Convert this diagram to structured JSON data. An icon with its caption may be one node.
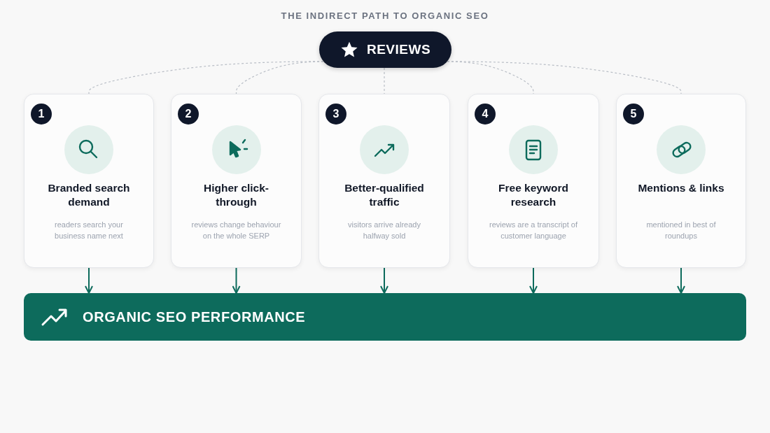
{
  "diagram": {
    "title": "THE INDIRECT PATH TO ORGANIC SEO",
    "nodes": [
      {
        "text": [
          "REVIEWS"
        ]
      },
      {
        "text": [
          "1",
          "Branded search demand",
          "readers search your business name next"
        ]
      },
      {
        "text": [
          "2",
          "Higher click-through",
          "reviews change behaviour on the whole SERP"
        ]
      },
      {
        "text": [
          "3",
          "Better-qualified traffic",
          "visitors arrive already halfway sold"
        ]
      },
      {
        "text": [
          "4",
          "Free keyword research",
          "reviews are a transcript of customer language"
        ]
      },
      {
        "text": [
          "5",
          "Mentions & links",
          "mentioned in best of roundups"
        ]
      },
      {
        "text": [
          "ORGANIC SEO PERFORMANCE"
        ]
      }
    ],
    "edges": [
      {
        "from": 0,
        "to": 1,
        "arrow": "none",
        "style": "dashed",
        "color": "#b9bec6"
      },
      {
        "from": 0,
        "to": 2,
        "arrow": "none",
        "style": "dashed",
        "color": "#b9bec6"
      },
      {
        "from": 0,
        "to": 3,
        "arrow": "none",
        "style": "dashed",
        "color": "#b9bec6"
      },
      {
        "from": 0,
        "to": 4,
        "arrow": "none",
        "style": "dashed",
        "color": "#b9bec6"
      },
      {
        "from": 0,
        "to": 5,
        "arrow": "none",
        "style": "dashed",
        "color": "#b9bec6"
      },
      {
        "from": 1,
        "to": 6,
        "arrow": "to",
        "color": "#0d6b5c"
      },
      {
        "from": 2,
        "to": 6,
        "arrow": "to",
        "color": "#0d6b5c"
      },
      {
        "from": 3,
        "to": 6,
        "arrow": "to",
        "color": "#0d6b5c"
      },
      {
        "from": 4,
        "to": 6,
        "arrow": "to",
        "color": "#0d6b5c"
      },
      {
        "from": 5,
        "to": 6,
        "arrow": "to",
        "color": "#0d6b5c"
      }
    ]
  }
}
